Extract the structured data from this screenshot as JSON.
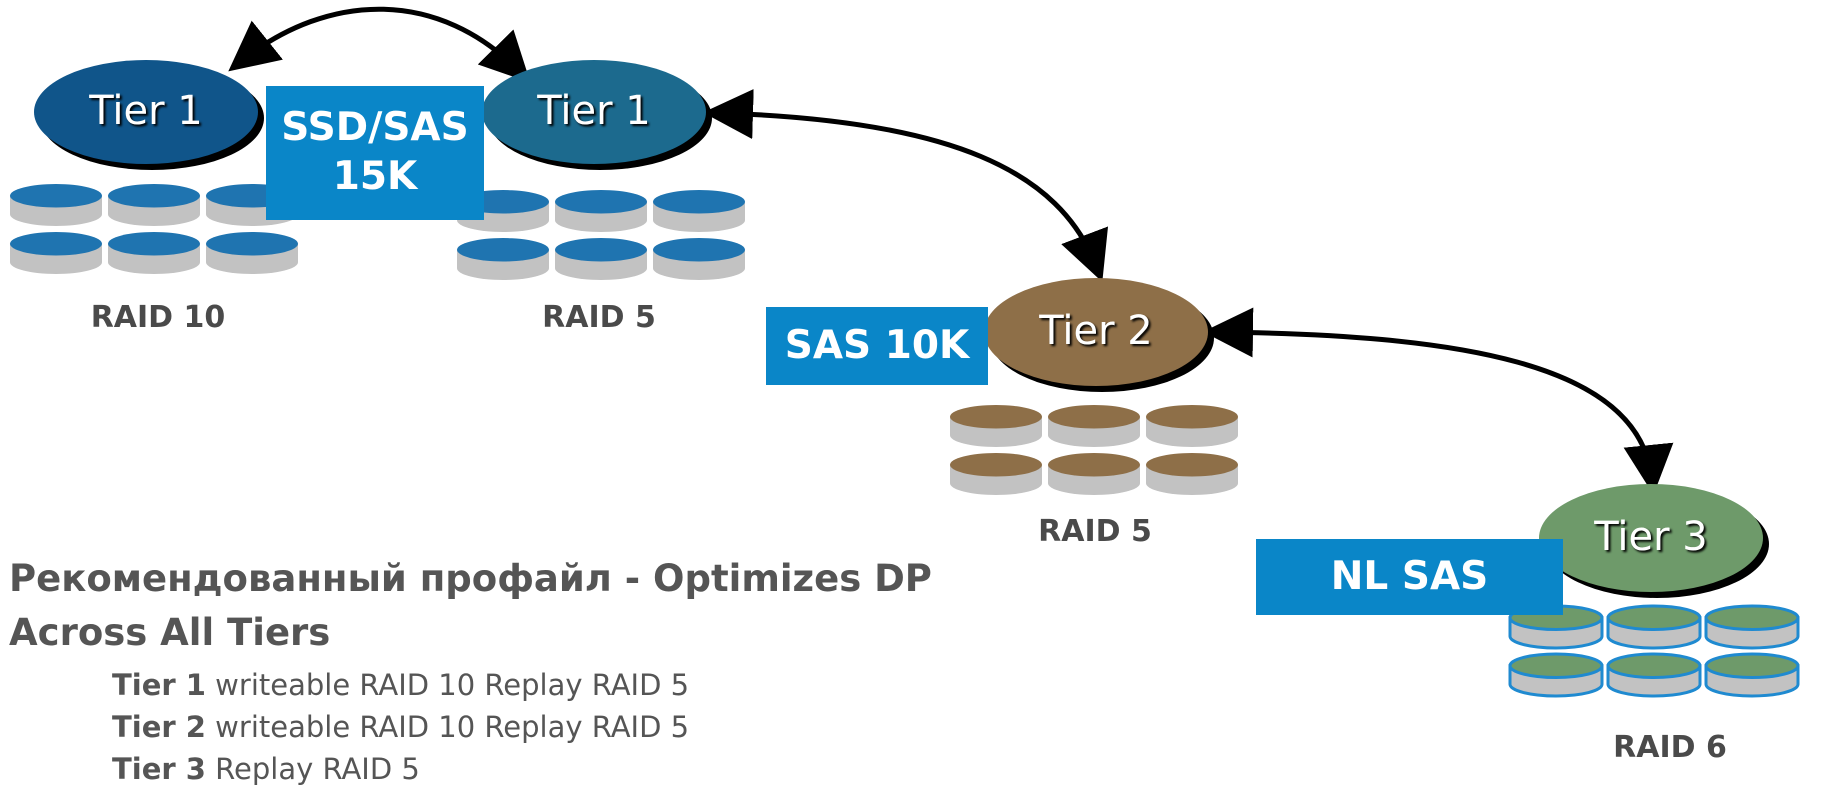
{
  "tiers": [
    {
      "label": "Tier 1",
      "raid": "RAID 10",
      "color": "#10558a"
    },
    {
      "label": "Tier 1",
      "raid": "RAID 5",
      "color": "#1c6a8e"
    },
    {
      "label": "Tier 2",
      "raid": "RAID 5",
      "color": "#8e6f48"
    },
    {
      "label": "Tier 3",
      "raid": "RAID 6",
      "color": "#6e9a6a"
    }
  ],
  "drive_types": {
    "ssd_sas": "SSD/SAS\n15K",
    "sas10k": "SAS 10K",
    "nlsas": "NL SAS"
  },
  "profile": {
    "title": "Рекомендованный профайл - Optimizes DP Across All Tiers",
    "lines": [
      {
        "tier": "Tier 1",
        "text": " writeable RAID 10 Replay RAID 5"
      },
      {
        "tier": "Tier 2",
        "text": " writeable RAID 10 Replay RAID 5"
      },
      {
        "tier": "Tier 3",
        "text": " Replay RAID 5"
      }
    ]
  },
  "colors": {
    "drive_box": "#0a86c8",
    "disk_gray": "#c2c2c2",
    "disk_blue": "#1f74b0",
    "disk_brown": "#8e6f48",
    "disk_green": "#6e9a6a",
    "disk_outline_green": "#1f8ad0"
  }
}
